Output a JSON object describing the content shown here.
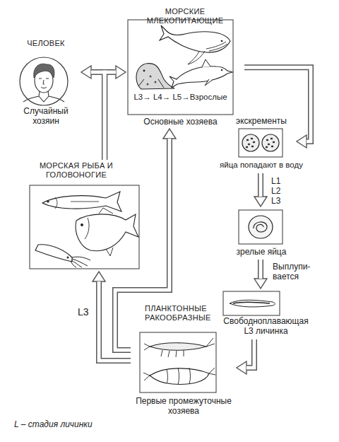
{
  "diagram": {
    "nodes": [
      {
        "text": [
          "ЧЕЛОВЕК",
          "Случайный хозяин"
        ]
      },
      {
        "text": [
          "МОРСКИЕ МЛЕКОПИТАЮЩИЕ",
          "L3→ L4→ L5→Взрослые",
          "Основные хозяева"
        ]
      },
      {
        "text": [
          "экскременты",
          "яйца попадают в воду"
        ]
      },
      {
        "text": [
          "зрелые яйца"
        ]
      },
      {
        "text": [
          "Свободноплавающая L3 личинка"
        ]
      },
      {
        "text": [
          "ПЛАНКТОННЫЕ РАКООБРАЗНЫЕ",
          "Первые промежуточные хозяева"
        ]
      },
      {
        "text": [
          "МОРСКАЯ РЫБА И ГОЛОВОНОГИЕ"
        ]
      }
    ],
    "edges": [
      {
        "from": 6,
        "to": 0,
        "arrow": "to"
      },
      {
        "from": 6,
        "to": 1,
        "arrow": "to"
      },
      {
        "from": 1,
        "to": 2,
        "arrow": "to"
      },
      {
        "from": 2,
        "to": 3,
        "label": "L1 L2 L3",
        "arrow": "to"
      },
      {
        "from": 3,
        "to": 4,
        "label": "Выплупи- вается",
        "arrow": "to"
      },
      {
        "from": 4,
        "to": 5,
        "arrow": "to"
      },
      {
        "from": 5,
        "to": 6,
        "label": "L3",
        "arrow": "to"
      },
      {
        "from": 5,
        "to": 1,
        "arrow": "to"
      }
    ],
    "labels": [
      "L – стадия личинки"
    ]
  }
}
